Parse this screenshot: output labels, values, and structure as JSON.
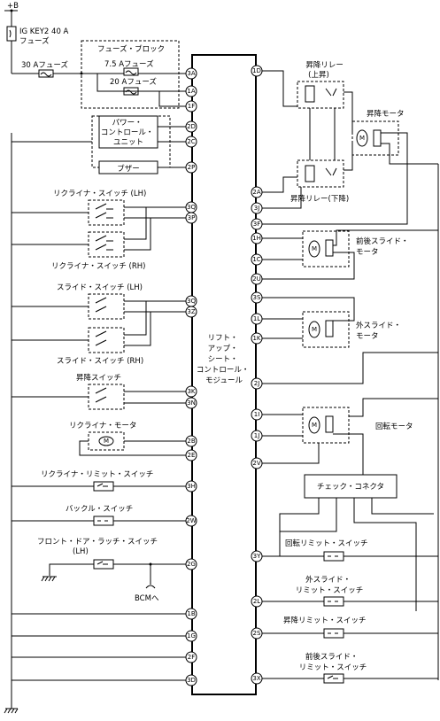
{
  "power": {
    "battery": "+B",
    "ig_fuse": "IG KEY2 40 A\nフューズ",
    "fuse30": "30 Aフューズ"
  },
  "fuse_block": {
    "title": "フューズ・ブロック",
    "fuse75": "7.5 Aフューズ",
    "fuse20": "20 Aフューズ"
  },
  "left": {
    "pcu": "パワー・\nコントロール・\nユニット",
    "buzzer": "ブザー",
    "recliner_lh": "リクライナ・スイッチ (LH)",
    "recliner_rh": "リクライナ・スイッチ (RH)",
    "slide_lh": "スライド・スイッチ (LH)",
    "slide_rh": "スライド・スイッチ (RH)",
    "lift_sw": "昇降スイッチ",
    "recliner_motor": "リクライナ・モータ",
    "recliner_limit": "リクライナ・リミット・スイッチ",
    "buckle": "バックル・スイッチ",
    "door_latch": "フロント・ドア・ラッチ・スイッチ\n(LH)",
    "bcm": "BCMへ"
  },
  "module": {
    "label": "リフト・\nアップ・\nシート・\nコントロール・\nモジュール"
  },
  "pins_left": [
    "3A",
    "1A",
    "1F",
    "2D",
    "2C",
    "2P",
    "3Q",
    "3P",
    "3Q",
    "3Z",
    "3K",
    "3N",
    "2B",
    "2E",
    "3H",
    "2W",
    "2G",
    "1B",
    "1G",
    "2F",
    "3D"
  ],
  "pins_right": [
    "1D",
    "2A",
    "3J",
    "3F",
    "1H",
    "1C",
    "2U",
    "3S",
    "1L",
    "1K",
    "2J",
    "1I",
    "1J",
    "2V",
    "3Y",
    "2L",
    "2S",
    "3X"
  ],
  "right": {
    "lift_relay_up": "昇降リレー\n(上昇)",
    "lift_relay_down": "昇降リレー(下降)",
    "lift_motor": "昇降モータ",
    "fr_slide_motor": "前後スライド・\nモータ",
    "out_slide_motor": "外スライド・\nモータ",
    "rot_motor": "回転モータ",
    "check_connector": "チェック・コネクタ",
    "rot_limit": "回転リミット・スイッチ",
    "out_limit": "外スライド・\nリミット・スイッチ",
    "lift_limit": "昇降リミット・スイッチ",
    "fr_limit": "前後スライド・\nリミット・スイッチ"
  }
}
